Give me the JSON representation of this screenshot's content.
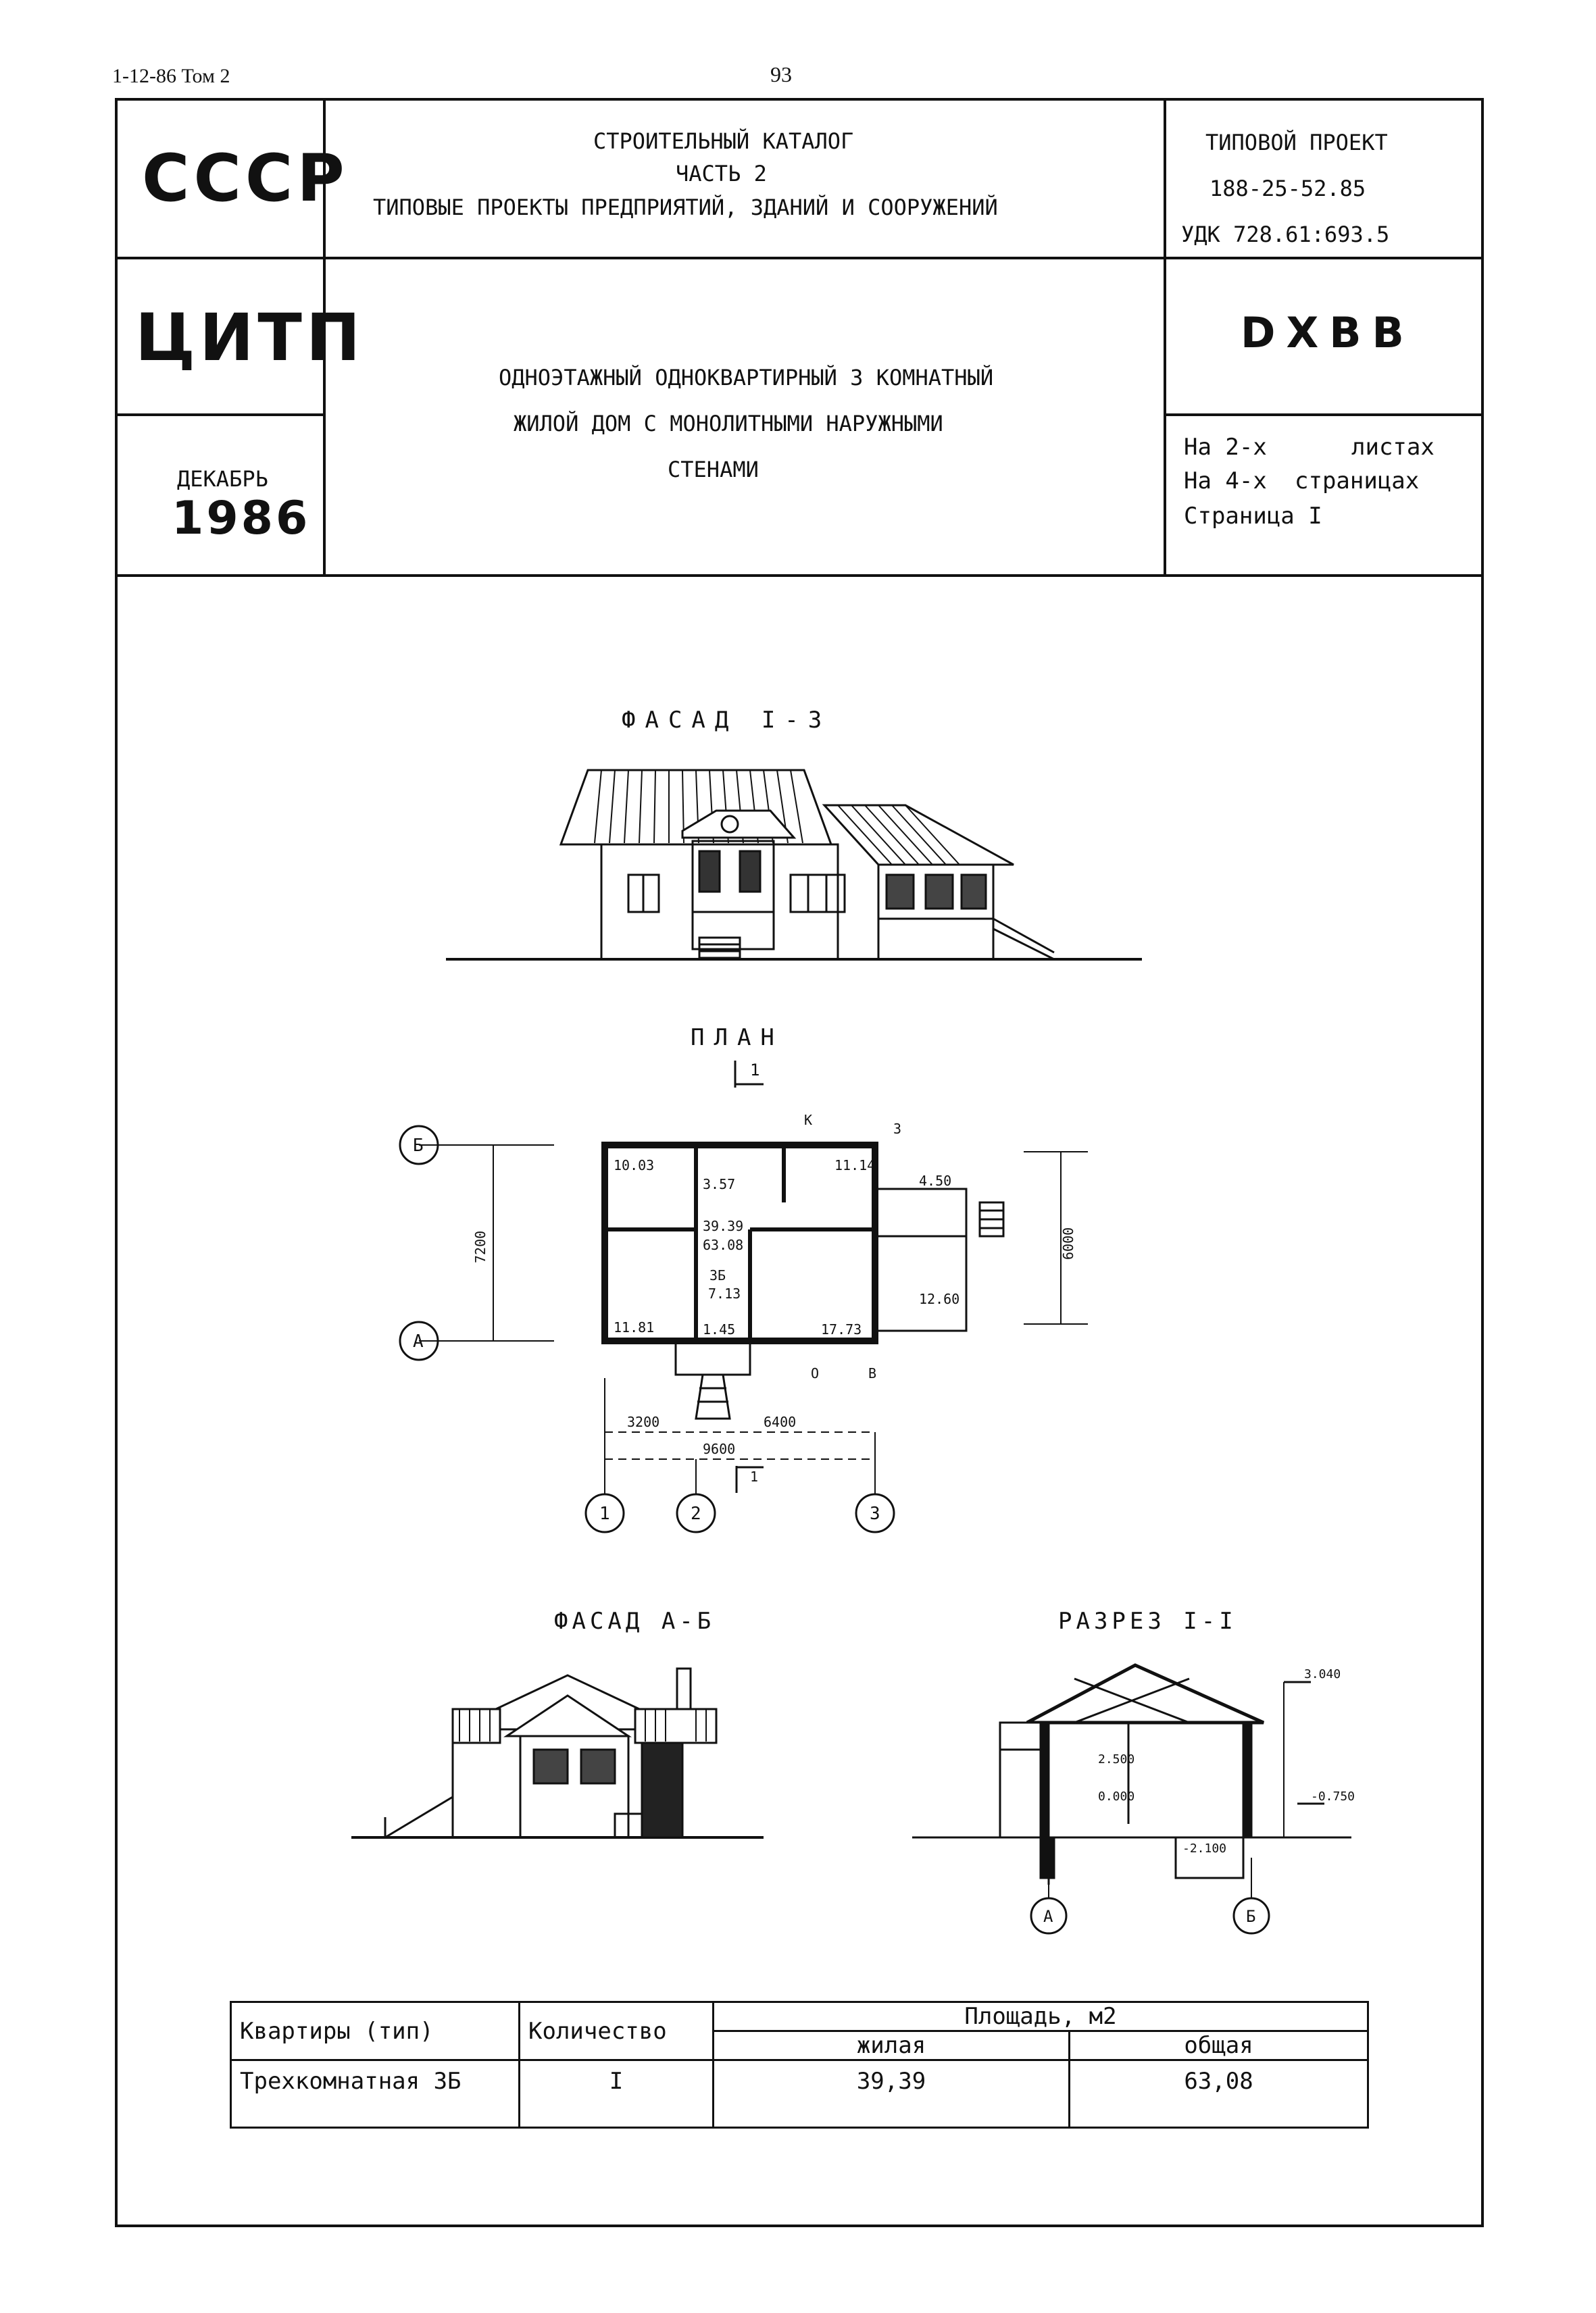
{
  "page": {
    "series": "1-12-86 Том 2",
    "page_number": "93"
  },
  "title_block": {
    "org1": "СССР",
    "org2": "ЦИТП",
    "month": "ДЕКАБРЬ",
    "year": "1986",
    "catalog_line1": "СТРОИТЕЛЬНЫЙ КАТАЛОГ",
    "catalog_line2": "ЧАСТЬ 2",
    "catalog_line3": "ТИПОВЫЕ ПРОЕКТЫ ПРЕДПРИЯТИЙ, ЗДАНИЙ И СООРУЖЕНИЙ",
    "project_label": "ТИПОВОЙ ПРОЕКТ",
    "project_number": "188-25-52.85",
    "udk": "УДК 728.61:693.5",
    "code": "DXBB",
    "title_line1": "ОДНОЭТАЖНЫЙ ОДНОКВАРТИРНЫЙ 3 КОМНАТНЫЙ",
    "title_line2": "ЖИЛОЙ ДОМ С МОНОЛИТНЫМИ НАРУЖНЫМИ",
    "title_line3": "СТЕНАМИ",
    "sheets_a": "На 2-х",
    "sheets_b": "листах",
    "pages_a": "На 4-х",
    "pages_b": "страницах",
    "page_label": "Страница I"
  },
  "drawings": {
    "facade_1_3": "ФАСАД I-3",
    "plan": "ПЛАН",
    "facade_a_b": "ФАСАД А-Б",
    "section": "РАЗРЕЗ I-I"
  },
  "plan": {
    "axis_1": "1",
    "axis_2": "2",
    "axis_3": "3",
    "axis_a": "А",
    "axis_b": "Б",
    "dim_7200": "7200",
    "dim_6000": "6000",
    "dim_3200": "3200",
    "dim_6400": "6400",
    "dim_9600": "9600",
    "room_1": "10.03",
    "room_2": "3.57",
    "room_3": "11.14",
    "room_4": "4.50",
    "living": "39.39",
    "total": "63.08",
    "type": "3Б",
    "hall": "7.13",
    "room_5": "11.81",
    "room_6": "1.45",
    "room_7": "17.73",
    "room_8": "12.60",
    "sec_1": "1",
    "mark_k": "К",
    "mark_3": "3",
    "mark_o": "О",
    "mark_b": "В"
  },
  "section_marks": {
    "top": "3.040",
    "ceiling": "2.500",
    "floor": "0.000",
    "ground": "-0.750",
    "cellar": "-2.100",
    "axis_a": "А",
    "axis_b": "Б"
  },
  "summary_table": {
    "col_type": "Квартиры (тип)",
    "col_count": "Количество",
    "col_area": "Площадь, м2",
    "col_living": "жилая",
    "col_total": "общая",
    "row_type": "Трехкомнатная 3Б",
    "row_count": "I",
    "row_living": "39,39",
    "row_total": "63,08"
  }
}
